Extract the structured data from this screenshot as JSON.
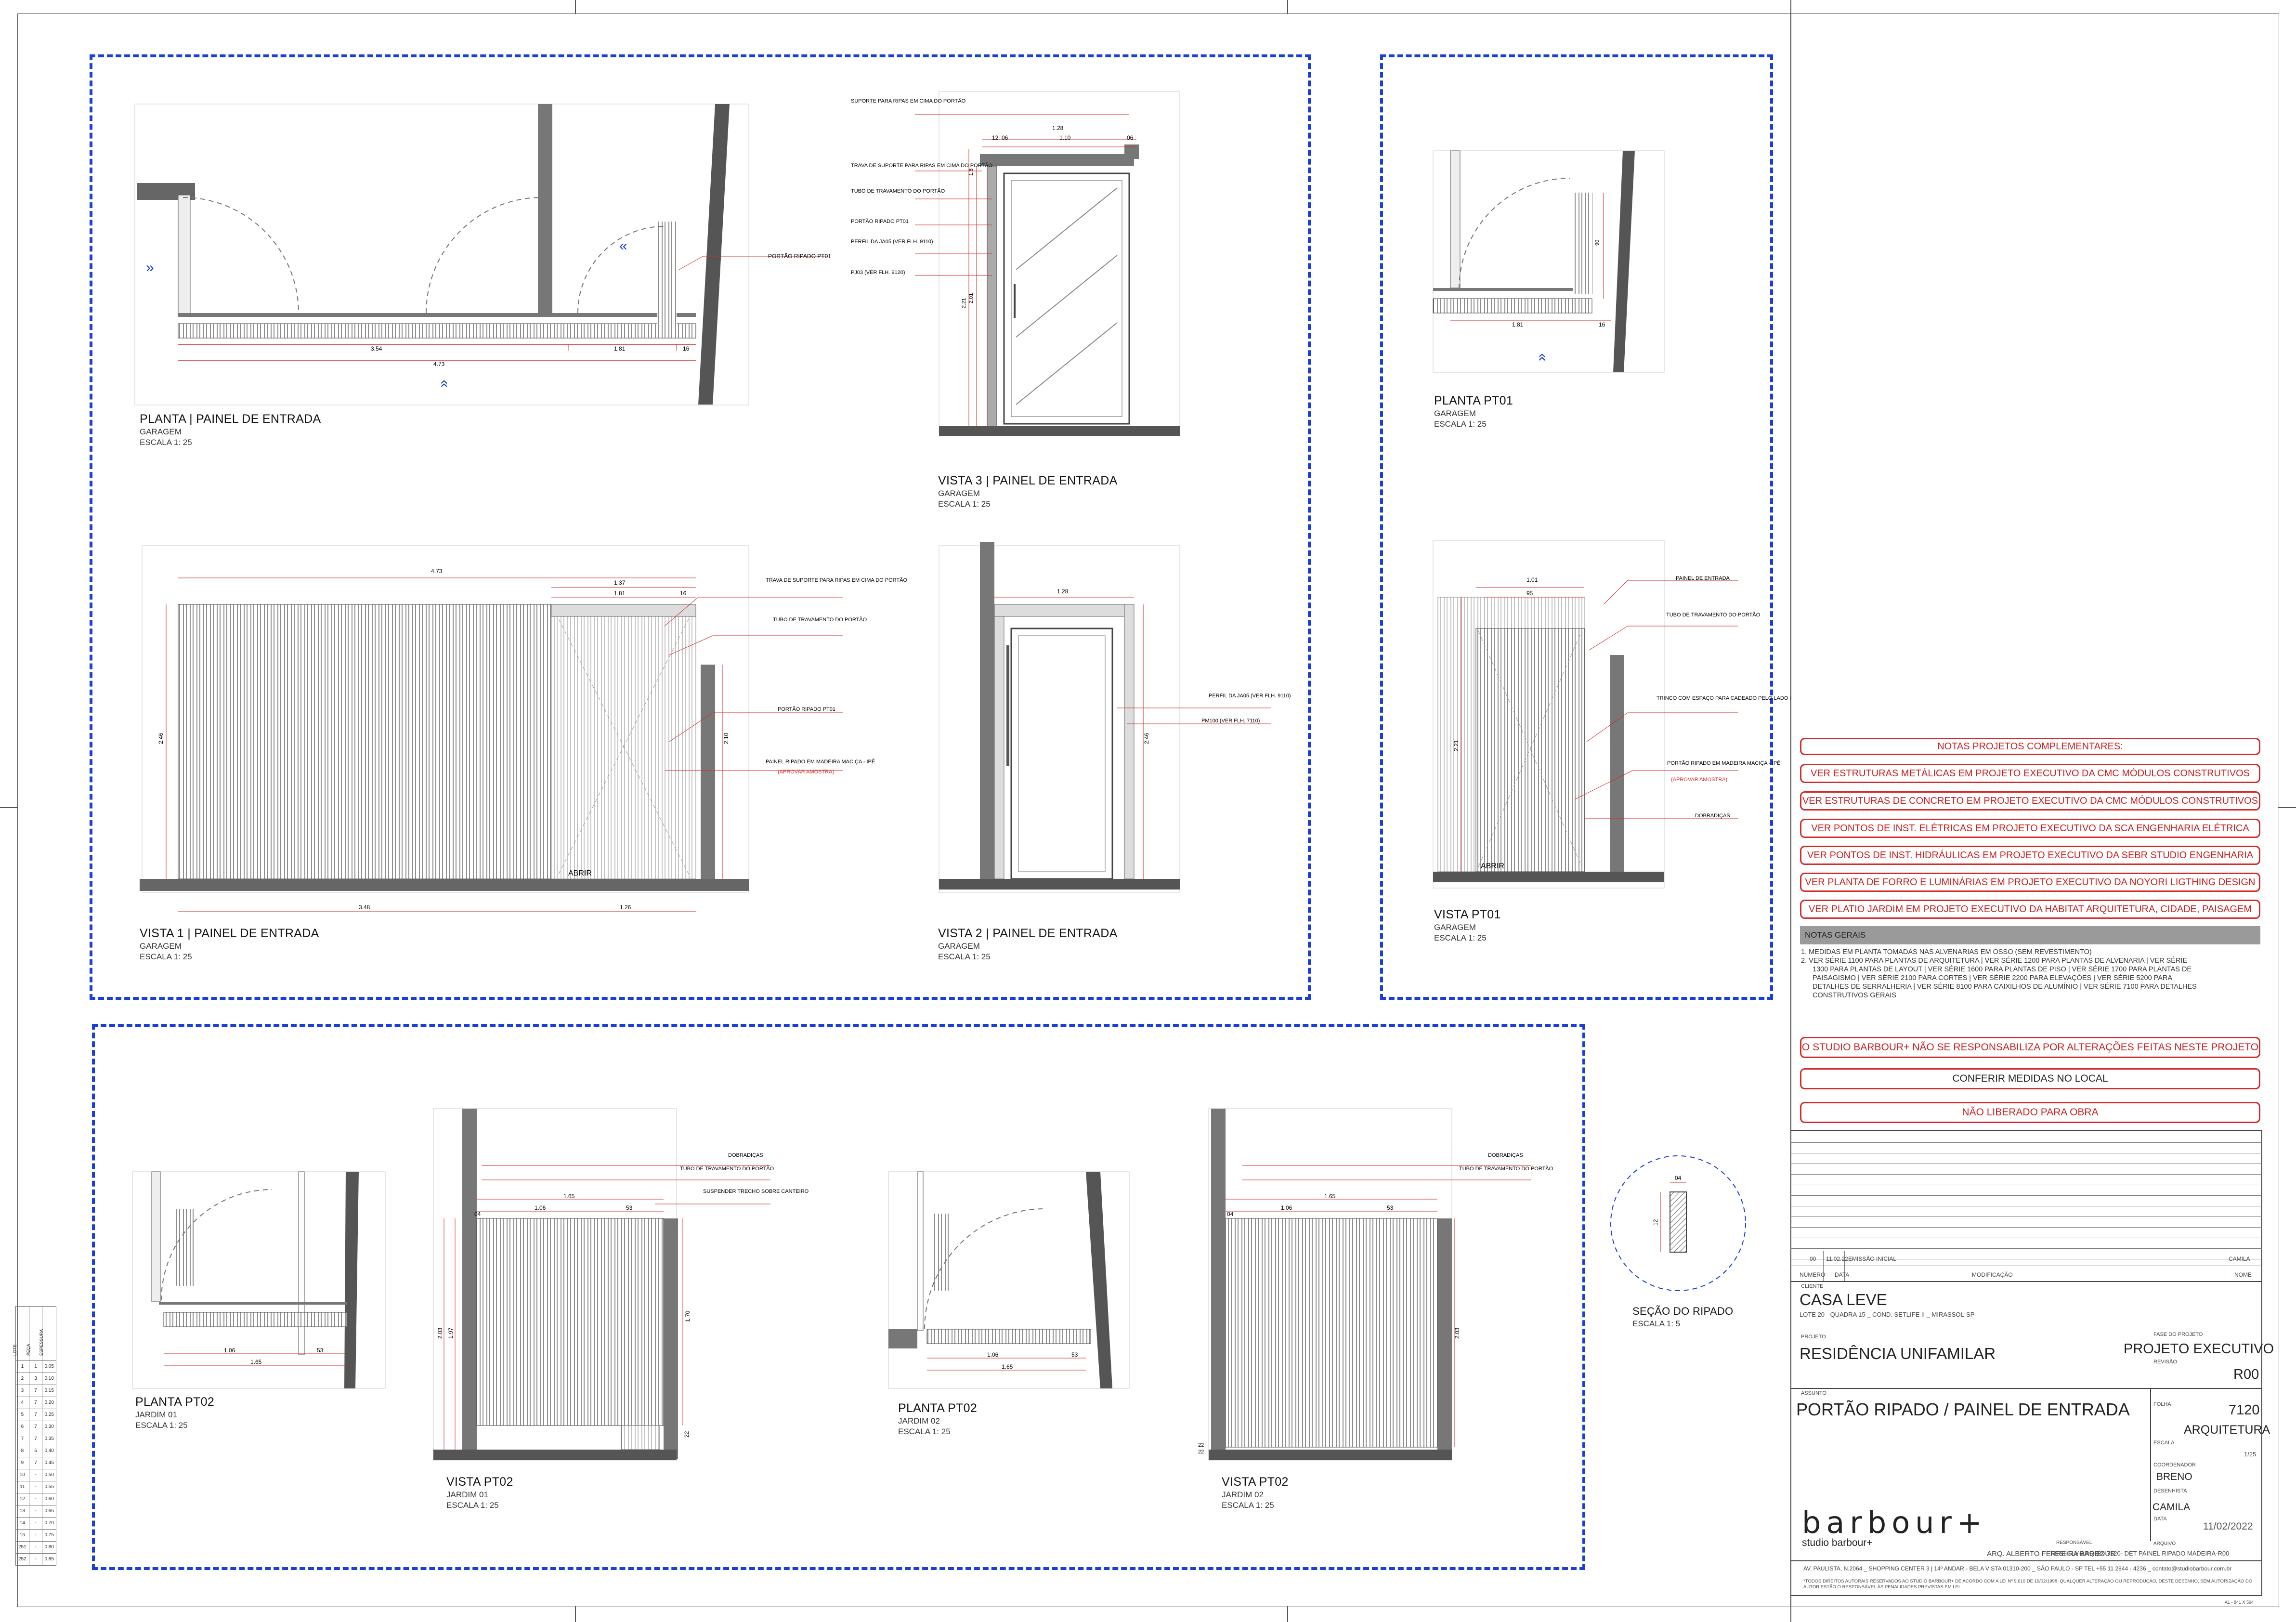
{
  "views": {
    "planta_painel": {
      "title": "PLANTA | PAINEL DE ENTRADA",
      "lines": [
        "GARAGEM",
        "ESCALA 1: 25"
      ]
    },
    "vista3_painel": {
      "title": "VISTA 3 | PAINEL DE ENTRADA",
      "lines": [
        "GARAGEM",
        "ESCALA 1: 25"
      ]
    },
    "vista1_painel": {
      "title": "VISTA 1 | PAINEL DE ENTRADA",
      "lines": [
        "GARAGEM",
        "ESCALA 1: 25"
      ]
    },
    "vista2_painel": {
      "title": "VISTA 2 | PAINEL DE ENTRADA",
      "lines": [
        "GARAGEM",
        "ESCALA 1: 25"
      ]
    },
    "planta_pt01": {
      "title": "PLANTA PT01",
      "lines": [
        "GARAGEM",
        "ESCALA 1: 25"
      ]
    },
    "vista_pt01": {
      "title": "VISTA PT01",
      "lines": [
        "GARAGEM",
        "ESCALA 1: 25"
      ]
    },
    "planta_pt02_a": {
      "title": "PLANTA PT02",
      "lines": [
        "JARDIM 01",
        "ESCALA 1: 25"
      ]
    },
    "vista_pt02_a": {
      "title": "VISTA PT02",
      "lines": [
        "JARDIM 01",
        "ESCALA 1: 25"
      ]
    },
    "planta_pt02_b": {
      "title": "PLANTA PT02",
      "lines": [
        "JARDIM 02",
        "ESCALA 1: 25"
      ]
    },
    "vista_pt02_b": {
      "title": "VISTA PT02",
      "lines": [
        "JARDIM 02",
        "ESCALA 1: 25"
      ]
    },
    "secao_ripado": {
      "title": "SEÇÃO DO RIPADO",
      "lines": [
        "ESCALA 1: 5"
      ]
    }
  },
  "annotations": {
    "planta_painel": [
      "PORTÃO RIPADO PT01"
    ],
    "vista3": [
      "SUPORTE PARA RIPAS EM CIMA DO PORTÃO",
      "TRAVA DE SUPORTE PARA RIPAS EM CIMA DO PORTÃO",
      "TUBO DE TRAVAMENTO DO PORTÃO",
      "PORTÃO RIPADO PT01",
      "PERFIL DA JA05 (VER FLH. 9110)",
      "PJ03 (VER FLH. 9120)"
    ],
    "vista1": [
      "TRAVA DE SUPORTE PARA RIPAS EM CIMA DO PORTÃO",
      "TUBO DE TRAVAMENTO DO PORTÃO",
      "PORTÃO RIPADO PT01",
      "PAINEL RIPADO EM MADEIRA MACIÇA - IPÊ",
      "(APROVAR AMOSTRA)"
    ],
    "vista2": [
      "PERFIL DA JA05 (VER FLH. 9110)",
      "PM100 (VER FLH. 7110)"
    ],
    "vista_pt01": [
      "PAINEL DE ENTRADA",
      "TUBO DE TRAVAMENTO DO PORTÃO",
      "TRINCO COM ESPAÇO PARA CADEADO PELO LADO INTERNO",
      "PORTÃO RIPADO EM MADEIRA MACIÇA - IPÊ",
      "(APROVAR AMOSTRA)",
      "DOBRADIÇAS"
    ],
    "vista_pt02_a": [
      "DOBRADIÇAS",
      "TUBO DE TRAVAMENTO DO PORTÃO",
      "SUSPENDER TRECHO SOBRE CANTEIRO"
    ],
    "vista_pt02_b": [
      "DOBRADIÇAS",
      "TUBO DE TRAVAMENTO DO PORTÃO"
    ],
    "abrir": "ABRIR"
  },
  "dimensions": {
    "planta_painel": [
      "3.54",
      "1.81",
      "16",
      "4.73"
    ],
    "vista3": [
      "1.28",
      "1.10",
      "12",
      "06",
      "06",
      "1.6",
      "2.01",
      "2.21"
    ],
    "vista1": [
      "4.73",
      "1.37",
      "1.81",
      "16",
      "2.46",
      "2.10",
      "3.48",
      "1.26"
    ],
    "vista2": [
      "1.28",
      "2.46"
    ],
    "planta_pt01": [
      "1.81",
      "16",
      "90"
    ],
    "vista_pt01": [
      "1.01",
      "95",
      "2.21"
    ],
    "pt02_a_planta": [
      "1.06",
      "53",
      "1.65"
    ],
    "pt02_a_vista": [
      "1.65",
      "1.06",
      "53",
      "04",
      "2.03",
      "1.97",
      "1.70",
      "22"
    ],
    "pt02_b_planta": [
      "1.06",
      "53",
      "1.65"
    ],
    "pt02_b_vista": [
      "1.65",
      "1.06",
      "53",
      "04",
      "2.03",
      "22",
      "22"
    ],
    "secao": [
      "04",
      "12"
    ]
  },
  "notes_complementares": {
    "header": "NOTAS PROJETOS COMPLEMENTARES:",
    "items": [
      "VER ESTRUTURAS METÁLICAS EM PROJETO EXECUTIVO DA CMC MÓDULOS CONSTRUTIVOS",
      "VER ESTRUTURAS DE CONCRETO  EM PROJETO EXECUTIVO DA CMC MÓDULOS CONSTRUTIVOS",
      "VER PONTOS DE INST. ELÉTRICAS EM PROJETO EXECUTIVO DA SCA ENGENHARIA ELÉTRICA",
      "VER PONTOS DE INST. HIDRÁULICAS EM PROJETO EXECUTIVO DA SEBR STUDIO ENGENHARIA",
      "VER PLANTA DE FORRO E LUMINÁRIAS EM PROJETO EXECUTIVO DA NOYORI LIGTHING DESIGN",
      "VER PLATIO JARDIM EM PROJETO EXECUTIVO DA HABITAT ARQUITETURA, CIDADE, PAISAGEM"
    ]
  },
  "notas_gerais": {
    "header": "NOTAS GERAIS",
    "items": [
      "1.  MEDIDAS EM PLANTA TOMADAS NAS ALVENARIAS EM OSSO (SEM REVESTIMENTO)",
      "2.  VER SÉRIE 1100 PARA PLANTAS DE ARQUITETURA | VER SÉRIE 1200 PARA PLANTAS DE ALVENARIA | VER SÉRIE",
      "1300 PARA PLANTAS DE LAYOUT | VER SÉRIE 1600 PARA PLANTAS DE PISO | VER SÉRIE 1700 PARA PLANTAS DE",
      "PAISAGISMO | VER SÉRIE 2100 PARA CORTES | VER SÉRIE 2200 PARA ELEVAÇÕES | VER SÉRIE 5200 PARA",
      "DETALHES DE SERRALHERIA | VER SÉRIE 8100 PARA CAIXILHOS DE ALUMÍNIO | VER SÉRIE 7100 PARA DETALHES",
      "CONSTRUTIVOS GERAIS"
    ]
  },
  "warnings": [
    "O STUDIO BARBOUR+ NÃO SE RESPONSABILIZA POR ALTERAÇÕES FEITAS NESTE PROJETO",
    "CONFERIR MEDIDAS NO LOCAL",
    "NÃO LIBERADO PARA OBRA"
  ],
  "revisions": {
    "row": {
      "numero": "00",
      "data": "11.02.22",
      "modificacao": "EMISSÃO INICIAL",
      "nome": "CAMILA"
    },
    "headers": {
      "numero": "NÚMERO",
      "data": "DATA",
      "modificacao": "MODIFICAÇÃO",
      "nome": "NOME"
    }
  },
  "title_block": {
    "cliente_label": "CLIENTE",
    "cliente": "CASA LEVE",
    "endereco": "LOTE 20 - QUADRA 15 _ COND. SETLIFE II _ MIRASSOL-SP",
    "projeto_label": "PROJETO",
    "projeto": "RESIDÊNCIA UNIFAMILAR",
    "fase_label": "FASE DO PROJETO",
    "fase": "PROJETO EXECUTIVO",
    "revisao_label": "REVISÃO",
    "revisao": "R00",
    "assunto_label": "ASSUNTO",
    "assunto": "PORTÃO RIPADO / PAINEL DE ENTRADA",
    "folha_label": "FOLHA",
    "folha": "7120",
    "disciplina": "ARQUITETURA",
    "escala_label": "ESCALA",
    "escala": "1/25",
    "coordenador_label": "COORDENADOR",
    "coordenador": "BRENO",
    "desenhista_label": "DESENHISTA",
    "desenhista": "CAMILA",
    "data_label": "DATA",
    "data": "11/02/2022",
    "responsavel_label": "RESPONSÁVEL",
    "responsavel": "ARQ. ALBERTO FERREIRA BARBOUR",
    "arquivo_label": "ARQUIVO",
    "arquivo": "RESI-CLV-ARQ-EX-7120- DET PAINEL RIPADO MADEIRA-R00",
    "logo_main": "barbour+",
    "logo_sub": "studio barbour+",
    "address": "AV. PAULISTA, N.2064 _ SHOPPING CENTER 3 | 14º ANDAR - BELA VISTA   01310-200 _ SÃO PAULO - SP    TEL +55 11 2844 - 4236 _ contato@studiobarbour.com.br",
    "copyright": "*TODOS DIREITOS AUTORAIS RESERVADOS AO STUDIO BARBOUR+ DE ACORDO COM A LEI Nº 9.610 DE 19/02/1998. QUALQUER ALTERAÇÃO OU REPRODUÇÃO, DESTE DESENHO, SEM AUTORIZAÇÃO DO AUTOR ESTÃO O RESPONSÁVEL ÀS PENALIDADES PREVISTAS EM LEI.",
    "format": "A1 - 841 X 594"
  },
  "side_table": {
    "headers": [
      "LOTE",
      "PEÇA",
      "ESPESSURA"
    ],
    "rows": [
      [
        "1",
        "1",
        "0.05"
      ],
      [
        "2",
        "3",
        "0.10"
      ],
      [
        "3",
        "7",
        "0.15"
      ],
      [
        "4",
        "7",
        "0.20"
      ],
      [
        "5",
        "7",
        "0.25"
      ],
      [
        "6",
        "7",
        "0.30"
      ],
      [
        "7",
        "7",
        "0.35"
      ],
      [
        "8",
        "5",
        "0.40"
      ],
      [
        "9",
        "7",
        "0.45"
      ],
      [
        "10",
        "-",
        "0.50"
      ],
      [
        "11",
        "-",
        "0.55"
      ],
      [
        "12",
        "-",
        "0.60"
      ],
      [
        "13",
        "-",
        "0.65"
      ],
      [
        "14",
        "-",
        "0.70"
      ],
      [
        "15",
        "-",
        "0.75"
      ],
      [
        "251",
        "-",
        "0.80"
      ],
      [
        "252",
        "-",
        "0.85"
      ]
    ]
  }
}
